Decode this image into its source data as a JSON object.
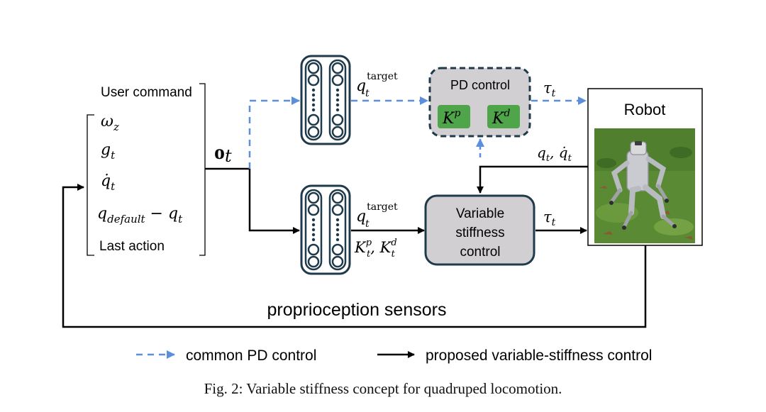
{
  "inputs": {
    "user_command": "User command",
    "omega": "ω",
    "omega_sub": "z",
    "g": "g",
    "g_sub": "t",
    "qdot": "q̇",
    "qdot_sub": "t",
    "qdef": "q",
    "qdef_sub": "default",
    "qdef_minus": " − q",
    "qdef_minus_sub": "t",
    "last_action": "Last action"
  },
  "obs": {
    "main": "o",
    "sub": "t"
  },
  "top_path": {
    "qtarget": "q",
    "qtarget_sub": "t",
    "qtarget_sup": "target",
    "pd_control": "PD control",
    "kp": "K",
    "kp_sup": "p",
    "kd": "K",
    "kd_sup": "d",
    "tau": "τ",
    "tau_sub": "t"
  },
  "bottom_path": {
    "qtarget": "q",
    "qtarget_sub": "t",
    "qtarget_sup": "target",
    "gains": "K",
    "gains_sub1": "t",
    "gains_sup1": "p",
    "gains_sep": ", K",
    "gains_sub2": "t",
    "gains_sup2": "d",
    "vsc_line1": "Variable",
    "vsc_line2": "stiffness",
    "vsc_line3": "control",
    "tau": "τ",
    "tau_sub": "t"
  },
  "feedback": {
    "state": "q",
    "state_sub": "t",
    "state_sep": ", q̇",
    "state_sub2": "t"
  },
  "robot": {
    "label": "Robot"
  },
  "loop_label": "proprioception sensors",
  "legend": {
    "dashed_label": "common PD control",
    "solid_label": "proposed variable-stiffness control"
  },
  "caption": "Fig. 2: Variable stiffness concept for quadruped locomotion.",
  "colors": {
    "dashed_arrow": "#5b8fdc",
    "solid_arrow": "#000000",
    "network": "#1f3a4a",
    "box_fill": "#d2cfd3",
    "gain_fill": "#4fa64a",
    "grass": "#5a8a34"
  }
}
